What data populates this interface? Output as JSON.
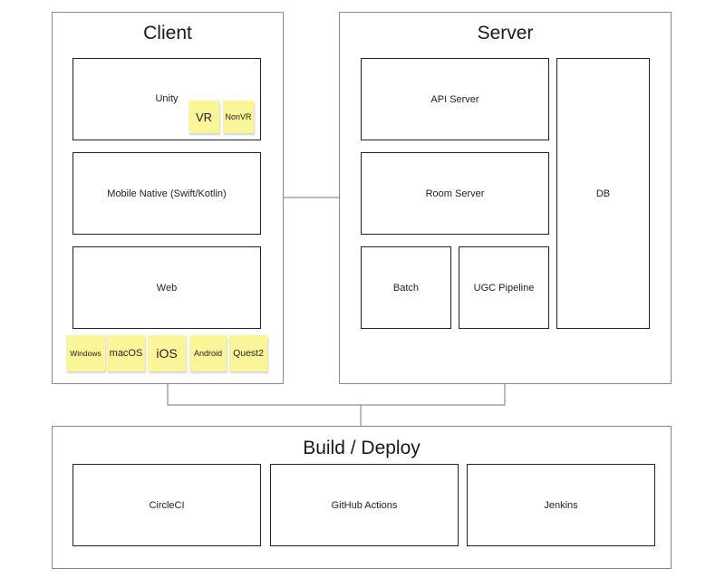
{
  "client": {
    "title": "Client",
    "boxes": {
      "unity": "Unity",
      "mobile": "Mobile Native (Swift/Kotlin)",
      "web": "Web"
    },
    "unity_tags": [
      "VR",
      "NonVR"
    ],
    "platform_tags": [
      "Windows",
      "macOS",
      "iOS",
      "Android",
      "Quest2"
    ]
  },
  "server": {
    "title": "Server",
    "boxes": {
      "api": "API Server",
      "room": "Room Server",
      "batch": "Batch",
      "ugc": "UGC Pipeline",
      "db": "DB"
    }
  },
  "build": {
    "title": "Build / Deploy",
    "boxes": {
      "circleci": "CircleCI",
      "github": "GitHub Actions",
      "jenkins": "Jenkins"
    }
  },
  "colors": {
    "sticky": "#fbf59a",
    "panel_border": "#8a8a8a",
    "box_border": "#222222"
  }
}
